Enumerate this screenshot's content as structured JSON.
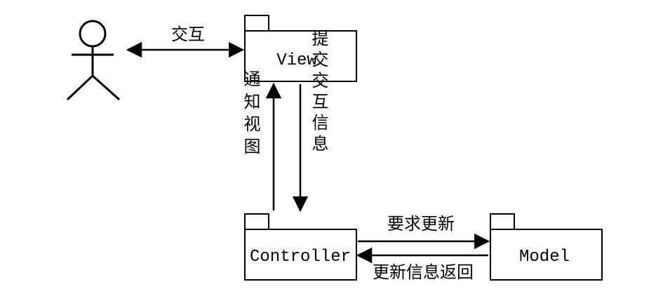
{
  "diagram": {
    "nodes": {
      "view": {
        "label": "View"
      },
      "controller": {
        "label": "Controller"
      },
      "model": {
        "label": "Model"
      }
    },
    "edges": {
      "user_view": {
        "label": "交互"
      },
      "controller_view": {
        "label": "通知视图"
      },
      "view_controller": {
        "label": "提交交互信息"
      },
      "controller_model": {
        "label": "要求更新"
      },
      "model_controller": {
        "label": "更新信息返回"
      }
    }
  },
  "colors": {
    "stroke": "#000000",
    "background": "#ffffff"
  }
}
